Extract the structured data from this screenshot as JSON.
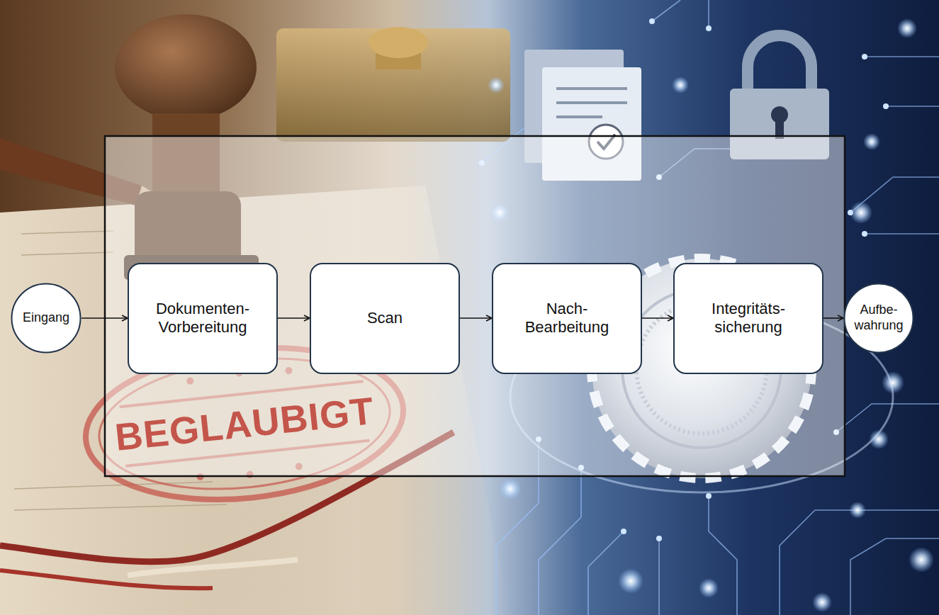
{
  "diagram": {
    "nodes": [
      {
        "text": [
          "Eingang"
        ]
      },
      {
        "text": [
          "Dokumenten- Vorbereitung"
        ]
      },
      {
        "text": [
          "Scan"
        ]
      },
      {
        "text": [
          "Nach- Bearbeitung"
        ]
      },
      {
        "text": [
          "Integritäts- sicherung"
        ]
      },
      {
        "text": [
          "Aufbe- wahrung"
        ]
      }
    ],
    "edges": [
      {
        "from": 0,
        "to": 1,
        "arrow": "to"
      },
      {
        "from": 1,
        "to": 2,
        "arrow": "to"
      },
      {
        "from": 2,
        "to": 3,
        "arrow": "to"
      },
      {
        "from": 3,
        "to": 4,
        "arrow": "to"
      },
      {
        "from": 4,
        "to": 5,
        "arrow": "to"
      }
    ],
    "labels": [
      "BEGLAUBIGT"
    ]
  }
}
